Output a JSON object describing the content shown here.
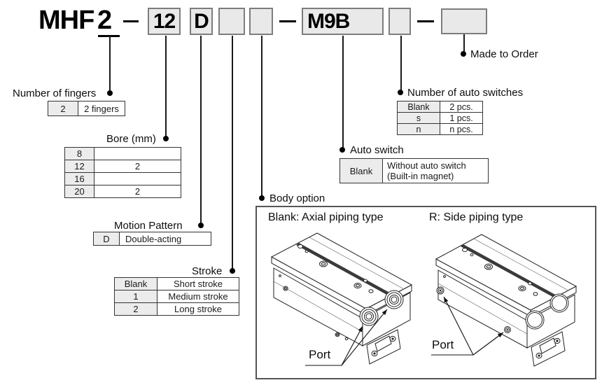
{
  "product_code": {
    "prefix": "MHF",
    "fingers_code": "2",
    "bore_code": "12",
    "motion_code": "D",
    "stroke_code": "",
    "body_option_code": "",
    "auto_switch_code": "M9B",
    "switch_count_code": "",
    "made_to_order_code": ""
  },
  "labels": {
    "made_to_order": "Made to Order"
  },
  "fingers": {
    "title": "Number of fingers",
    "code": "2",
    "desc": "2 fingers"
  },
  "bore": {
    "title": "Bore (mm)",
    "rows": [
      {
        "code": "8",
        "val": ""
      },
      {
        "code": "12",
        "val": "2"
      },
      {
        "code": "16",
        "val": ""
      },
      {
        "code": "20",
        "val": "2"
      }
    ]
  },
  "motion": {
    "title": "Motion Pattern",
    "code": "D",
    "desc": "Double-acting"
  },
  "stroke": {
    "title": "Stroke",
    "rows": [
      {
        "code": "Blank",
        "desc": "Short stroke"
      },
      {
        "code": "1",
        "desc": "Medium stroke"
      },
      {
        "code": "2",
        "desc": "Long stroke"
      }
    ]
  },
  "switch_count": {
    "title": "Number of auto switches",
    "rows": [
      {
        "code": "Blank",
        "desc": "2 pcs."
      },
      {
        "code": "s",
        "desc": "1 pcs."
      },
      {
        "code": "n",
        "desc": "n pcs."
      }
    ]
  },
  "auto_switch": {
    "title": "Auto switch",
    "code": "Blank",
    "desc_line1": "Without auto switch",
    "desc_line2": "(Built-in magnet)"
  },
  "body_option": {
    "title": "Body option",
    "axial_caption": "Blank: Axial piping type",
    "side_caption": "R: Side piping type",
    "port_label": "Port"
  },
  "colors": {
    "box_fill": "#e9e9e9",
    "box_border": "#7d7d7d",
    "table_key_fill": "#ececec",
    "line": "#1a1a1a"
  }
}
